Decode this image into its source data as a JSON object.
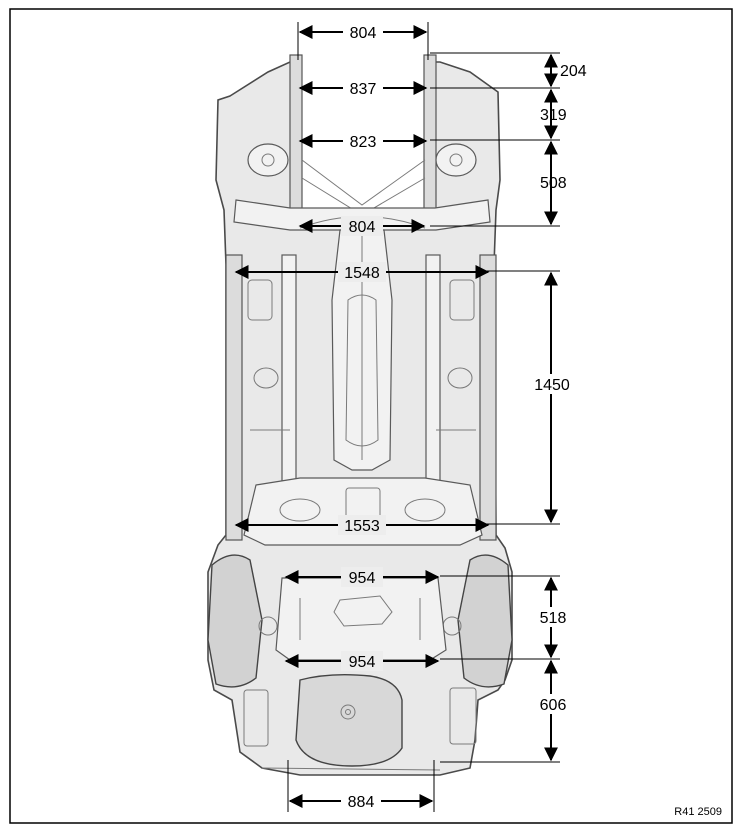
{
  "diagram": {
    "horizontal_dimensions": [
      {
        "id": "front-top",
        "label": "804"
      },
      {
        "id": "front-mid",
        "label": "837"
      },
      {
        "id": "strut-tower",
        "label": "823"
      },
      {
        "id": "firewall",
        "label": "804"
      },
      {
        "id": "front-floor",
        "label": "1548"
      },
      {
        "id": "rear-floor",
        "label": "1553"
      },
      {
        "id": "rear-axle-front",
        "label": "954"
      },
      {
        "id": "rear-axle-rear",
        "label": "954"
      },
      {
        "id": "rear-end",
        "label": "884"
      }
    ],
    "vertical_dimensions": [
      {
        "id": "front-204",
        "label": "204"
      },
      {
        "id": "front-319",
        "label": "319"
      },
      {
        "id": "front-508",
        "label": "508"
      },
      {
        "id": "floor-1450",
        "label": "1450"
      },
      {
        "id": "rear-518",
        "label": "518"
      },
      {
        "id": "rear-606",
        "label": "606"
      }
    ],
    "reference": "R41 2509"
  }
}
